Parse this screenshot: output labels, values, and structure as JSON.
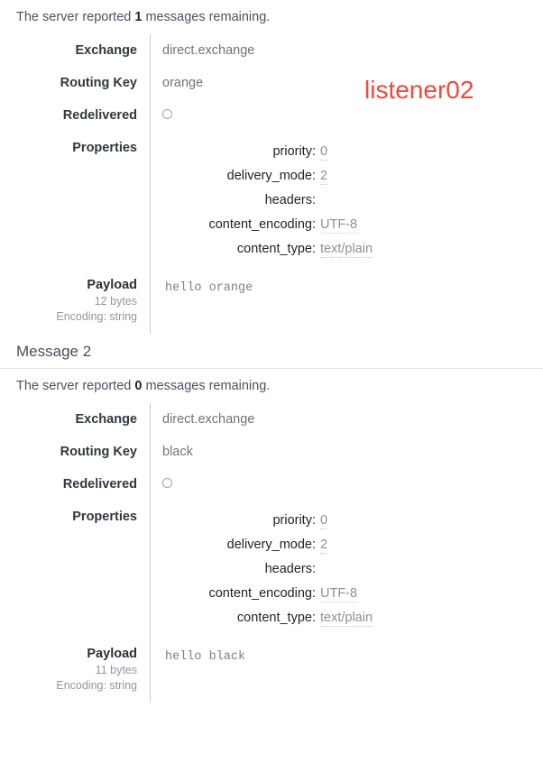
{
  "annotation": {
    "text": "listener02",
    "color": "#f4483c"
  },
  "labels": {
    "exchange": "Exchange",
    "routing_key": "Routing Key",
    "redelivered": "Redelivered",
    "properties": "Properties",
    "payload": "Payload"
  },
  "messages": [
    {
      "server_line_prefix": "The server reported ",
      "server_line_count": "1",
      "server_line_suffix": " messages remaining.",
      "exchange": "direct.exchange",
      "routing_key": "orange",
      "redelivered": "false",
      "redelivered_icon": "circle-empty-icon",
      "properties": [
        {
          "key": "priority:",
          "value": "0"
        },
        {
          "key": "delivery_mode:",
          "value": "2"
        },
        {
          "key": "headers:",
          "value": ""
        },
        {
          "key": "content_encoding:",
          "value": "UTF-8"
        },
        {
          "key": "content_type:",
          "value": "text/plain"
        }
      ],
      "payload_bytes": "12 bytes",
      "payload_encoding": "Encoding: string",
      "payload_body": "hello orange"
    },
    {
      "heading": "Message 2",
      "server_line_prefix": "The server reported ",
      "server_line_count": "0",
      "server_line_suffix": " messages remaining.",
      "exchange": "direct.exchange",
      "routing_key": "black",
      "redelivered": "false",
      "redelivered_icon": "circle-empty-icon",
      "properties": [
        {
          "key": "priority:",
          "value": "0"
        },
        {
          "key": "delivery_mode:",
          "value": "2"
        },
        {
          "key": "headers:",
          "value": ""
        },
        {
          "key": "content_encoding:",
          "value": "UTF-8"
        },
        {
          "key": "content_type:",
          "value": "text/plain"
        }
      ],
      "payload_bytes": "11 bytes",
      "payload_encoding": "Encoding: string",
      "payload_body": "hello black"
    }
  ]
}
